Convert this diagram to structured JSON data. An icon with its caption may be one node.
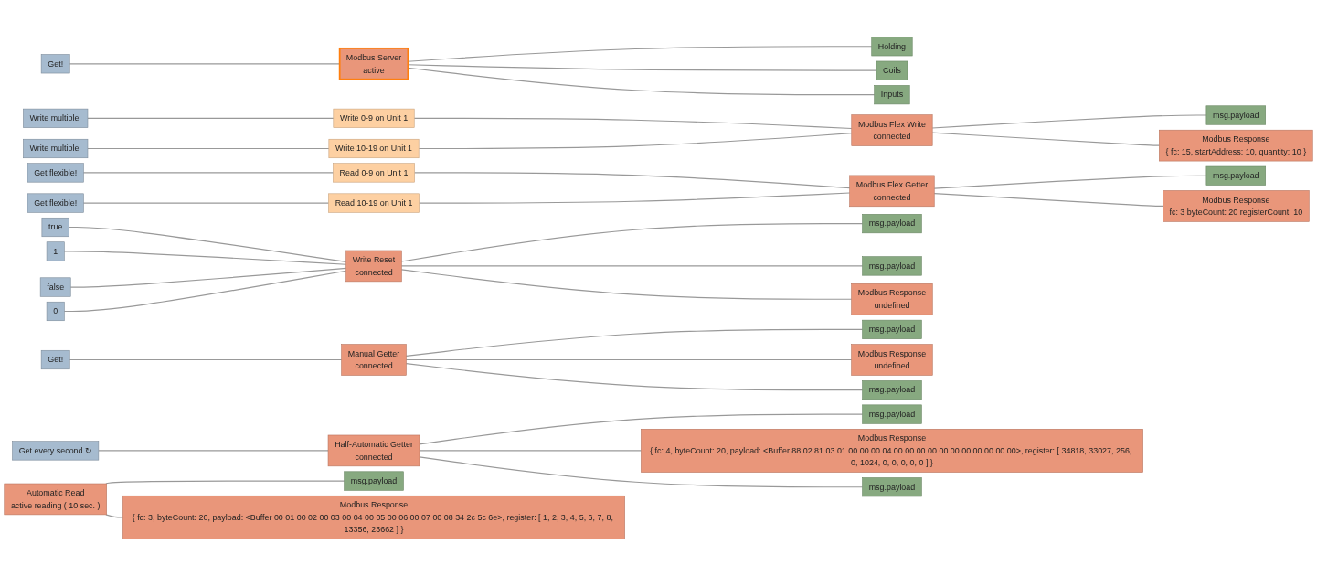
{
  "diagram": {
    "nodes": [
      {
        "text": [
          "Get!"
        ]
      },
      {
        "text": [
          "Modbus Server",
          "active"
        ]
      },
      {
        "text": [
          "Holding"
        ]
      },
      {
        "text": [
          "Coils"
        ]
      },
      {
        "text": [
          "Inputs"
        ]
      },
      {
        "text": [
          "Write multiple!"
        ]
      },
      {
        "text": [
          "Write multiple!"
        ]
      },
      {
        "text": [
          "Write 0-9 on Unit 1"
        ]
      },
      {
        "text": [
          "Write 10-19 on Unit 1"
        ]
      },
      {
        "text": [
          "Modbus Flex Write",
          "connected"
        ]
      },
      {
        "text": [
          "msg.payload"
        ]
      },
      {
        "text": [
          "Modbus Response",
          "{ fc: 15, startAddress: 10, quantity: 10 }"
        ]
      },
      {
        "text": [
          "Get flexible!"
        ]
      },
      {
        "text": [
          "Get flexible!"
        ]
      },
      {
        "text": [
          "Read 0-9 on Unit 1"
        ]
      },
      {
        "text": [
          "Read 10-19 on Unit 1"
        ]
      },
      {
        "text": [
          "Modbus Flex Getter",
          "connected"
        ]
      },
      {
        "text": [
          "msg.payload"
        ]
      },
      {
        "text": [
          "Modbus Response",
          "fc: 3 byteCount: 20 registerCount: 10"
        ]
      },
      {
        "text": [
          "true"
        ]
      },
      {
        "text": [
          "1"
        ]
      },
      {
        "text": [
          "false"
        ]
      },
      {
        "text": [
          "0"
        ]
      },
      {
        "text": [
          "Write Reset",
          "connected"
        ]
      },
      {
        "text": [
          "msg.payload"
        ]
      },
      {
        "text": [
          "msg.payload"
        ]
      },
      {
        "text": [
          "Modbus Response",
          "undefined"
        ]
      },
      {
        "text": [
          "Get!"
        ]
      },
      {
        "text": [
          "Manual Getter",
          "connected"
        ]
      },
      {
        "text": [
          "msg.payload"
        ]
      },
      {
        "text": [
          "Modbus Response",
          "undefined"
        ]
      },
      {
        "text": [
          "msg.payload"
        ]
      },
      {
        "text": [
          "Get every second ↻"
        ]
      },
      {
        "text": [
          "Half-Automatic Getter",
          "connected"
        ]
      },
      {
        "text": [
          "msg.payload"
        ]
      },
      {
        "text": [
          "Modbus Response",
          "{ fc: 4, byteCount: 20, payload: <Buffer 88 02 81 03 01 00 00 00 04 00 00 00 00 00 00 00 00 00 00 00>, register: [ 34818, 33027, 256, 0, 1024, 0, 0, 0, 0, 0 ] }"
        ]
      },
      {
        "text": [
          "msg.payload"
        ]
      },
      {
        "text": [
          "Automatic Read",
          "active reading ( 10 sec. )"
        ]
      },
      {
        "text": [
          "msg.payload"
        ]
      },
      {
        "text": [
          "Modbus Response",
          "{ fc: 3, byteCount: 20, payload: <Buffer 00 01 00 02 00 03 00 04 00 05 00 06 00 07 00 08 34 2c 5c 6e>, register: [ 1, 2, 3, 4, 5, 6, 7, 8, 13356, 23662 ] }"
        ]
      }
    ],
    "edges": [
      {
        "from": 0,
        "to": 1,
        "arrow": "none"
      },
      {
        "from": 1,
        "to": 2,
        "arrow": "none"
      },
      {
        "from": 1,
        "to": 3,
        "arrow": "none"
      },
      {
        "from": 1,
        "to": 4,
        "arrow": "none"
      },
      {
        "from": 5,
        "to": 7,
        "arrow": "none"
      },
      {
        "from": 6,
        "to": 8,
        "arrow": "none"
      },
      {
        "from": 7,
        "to": 9,
        "arrow": "none"
      },
      {
        "from": 8,
        "to": 9,
        "arrow": "none"
      },
      {
        "from": 9,
        "to": 10,
        "arrow": "none"
      },
      {
        "from": 9,
        "to": 11,
        "arrow": "none"
      },
      {
        "from": 12,
        "to": 14,
        "arrow": "none"
      },
      {
        "from": 13,
        "to": 15,
        "arrow": "none"
      },
      {
        "from": 14,
        "to": 16,
        "arrow": "none"
      },
      {
        "from": 15,
        "to": 16,
        "arrow": "none"
      },
      {
        "from": 16,
        "to": 17,
        "arrow": "none"
      },
      {
        "from": 16,
        "to": 18,
        "arrow": "none"
      },
      {
        "from": 19,
        "to": 23,
        "arrow": "none"
      },
      {
        "from": 20,
        "to": 23,
        "arrow": "none"
      },
      {
        "from": 21,
        "to": 23,
        "arrow": "none"
      },
      {
        "from": 22,
        "to": 23,
        "arrow": "none"
      },
      {
        "from": 23,
        "to": 24,
        "arrow": "none"
      },
      {
        "from": 23,
        "to": 25,
        "arrow": "none"
      },
      {
        "from": 23,
        "to": 26,
        "arrow": "none"
      },
      {
        "from": 27,
        "to": 28,
        "arrow": "none"
      },
      {
        "from": 28,
        "to": 29,
        "arrow": "none"
      },
      {
        "from": 28,
        "to": 30,
        "arrow": "none"
      },
      {
        "from": 28,
        "to": 31,
        "arrow": "none"
      },
      {
        "from": 32,
        "to": 33,
        "arrow": "none"
      },
      {
        "from": 33,
        "to": 34,
        "arrow": "none"
      },
      {
        "from": 33,
        "to": 35,
        "arrow": "none"
      },
      {
        "from": 33,
        "to": 36,
        "arrow": "none"
      },
      {
        "from": 37,
        "to": 38,
        "arrow": "none"
      },
      {
        "from": 37,
        "to": 39,
        "arrow": "none"
      }
    ]
  }
}
